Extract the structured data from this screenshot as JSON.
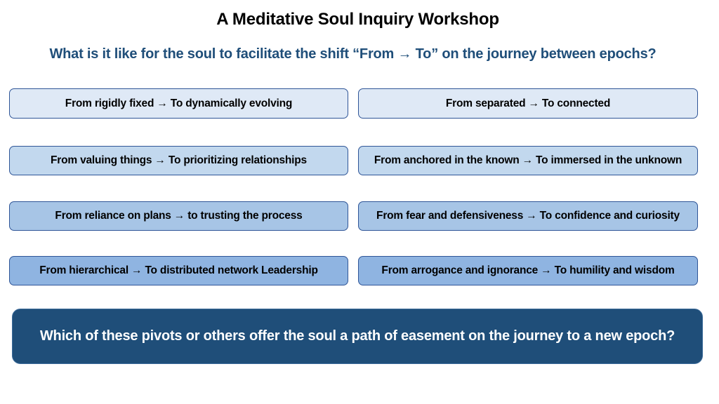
{
  "title": "A Meditative Soul Inquiry Workshop",
  "subtitle": "What is it like for the soul to facilitate the shift “From → To” on the journey between epochs?",
  "shifts": [
    "From rigidly fixed → To dynamically evolving",
    "From separated → To connected",
    "From valuing things → To prioritizing relationships",
    "From anchored in the known → To immersed in the unknown",
    "From reliance on plans → to trusting the process",
    "From fear and defensiveness → To confidence and curiosity",
    "From hierarchical → To distributed network Leadership",
    "From arrogance and ignorance → To humility and wisdom"
  ],
  "question": "Which of these pivots or others offer the soul a path of easement on the journey to a new epoch?",
  "colors": {
    "subtitle": "#1f4e79",
    "box_border": "#2f5597",
    "row1_fill": "#dfe9f6",
    "row2_fill": "#c2d8ee",
    "row3_fill": "#a7c5e6",
    "row4_fill": "#8fb4e1",
    "question_fill": "#1f4e79",
    "question_text": "#ffffff"
  }
}
